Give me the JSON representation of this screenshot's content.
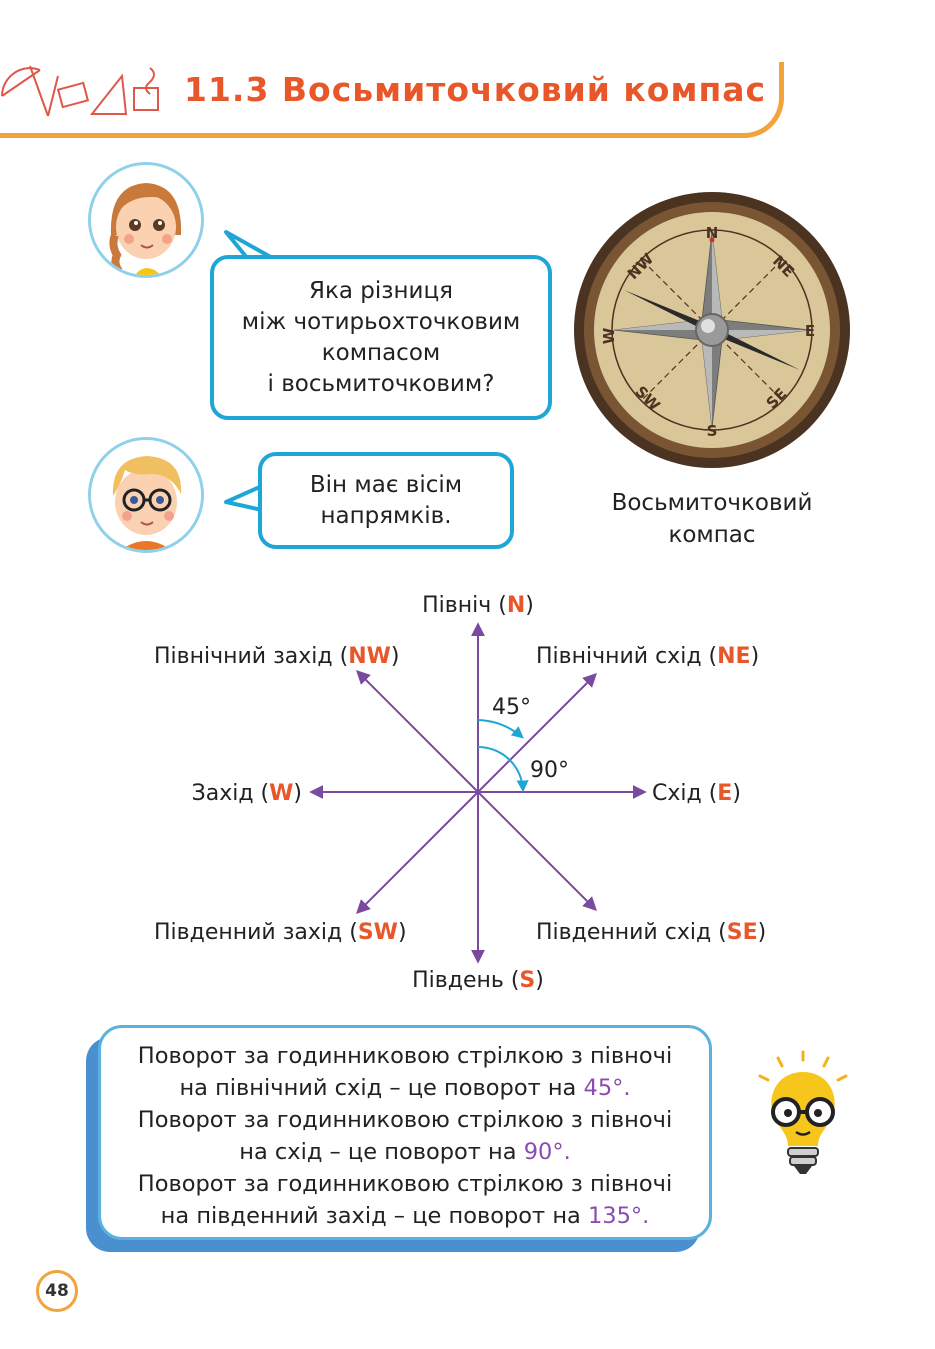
{
  "header": {
    "title": "11.3 Восьмиточковий компас",
    "accent_color": "#e8572a",
    "band_color": "#f2a33a",
    "decoration_icon": "geometry-tools-doodle-icon"
  },
  "dialogue": {
    "girl_avatar_icon": "girl-avatar-icon",
    "girl_question": "Яка різниця\nміж чотирьохточковим\nкомпасом\nі восьмиточковим?",
    "boy_avatar_icon": "boy-avatar-icon",
    "boy_answer": "Він має вісім\nнапрямків.",
    "bubble_border_color": "#1ea6d6"
  },
  "compass": {
    "icon": "compass-icon",
    "marks": {
      "n": "N",
      "ne": "NE",
      "e": "E",
      "se": "SE",
      "s": "S",
      "sw": "SW",
      "w": "W",
      "nw": "NW"
    },
    "caption": "Восьмиточковий\nкомпас"
  },
  "directions": {
    "n": {
      "name": "Північ",
      "code": "N"
    },
    "ne": {
      "name": "Північний схід",
      "code": "NE"
    },
    "e": {
      "name": "Схід",
      "code": "E"
    },
    "se": {
      "name": "Південний схід",
      "code": "SE"
    },
    "s": {
      "name": "Південь",
      "code": "S"
    },
    "sw": {
      "name": "Південний захід",
      "code": "SW"
    },
    "w": {
      "name": "Захід",
      "code": "W"
    },
    "nw": {
      "name": "Північний захід",
      "code": "NW"
    },
    "angle_45": "45°",
    "angle_90": "90°",
    "arrow_color": "#7a4a9e",
    "arc_color": "#1ea6d6"
  },
  "rules": {
    "r1_a": "Поворот за годинниковою стрілкою з півночі",
    "r1_b": "на північний схід – це поворот на ",
    "r1_val": "45°.",
    "r2_a": "Поворот за годинниковою стрілкою з півночі",
    "r2_b": "на схід – це поворот на ",
    "r2_val": "90°.",
    "r3_a": "Поворот за годинниковою стрілкою з півночі",
    "r3_b": "на південний захід – це поворот на ",
    "r3_val": "135°.",
    "value_color": "#8c4bb0"
  },
  "lightbulb_icon": "lightbulb-glasses-icon",
  "page_number": "48"
}
